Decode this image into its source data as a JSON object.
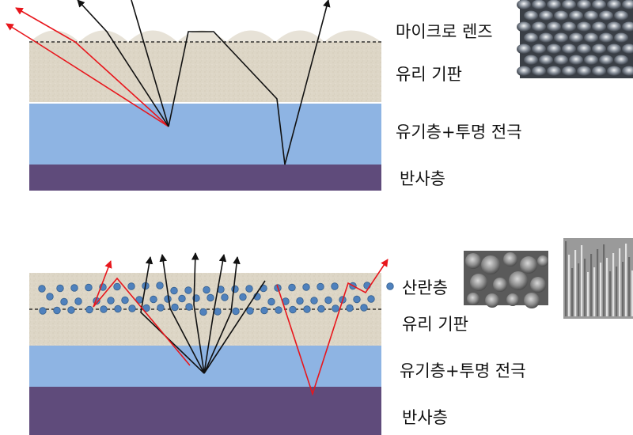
{
  "top_panel": {
    "labels": {
      "microlens": "마이크로 렌즈",
      "glass_substrate": "유리 기판",
      "organic_layer": "유기층+투명 전극",
      "reflective_layer": "반사층"
    },
    "inset_images": [
      "microlens-array-micrograph"
    ]
  },
  "bottom_panel": {
    "labels": {
      "scattering_layer": "산란층",
      "glass_substrate": "유리 기판",
      "organic_layer": "유기층+투명 전극",
      "reflective_layer": "반사층"
    },
    "inset_images": [
      "scattering-particles-micrograph",
      "nanorod-array-micrograph"
    ]
  },
  "colors": {
    "glass": "#ddd6c6",
    "organic": "#8eb4e3",
    "reflective": "#5f4b7b",
    "microlens": "#e7e2d7",
    "particle": "#4f81bd",
    "ray_red": "#e8161c",
    "ray_black": "#111111"
  }
}
